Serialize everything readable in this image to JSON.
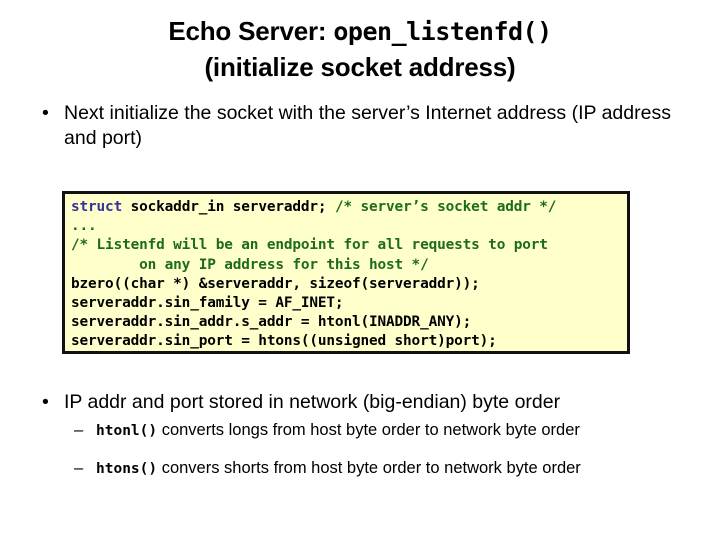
{
  "slide": {
    "title": {
      "line1_prefix": "Echo Server: ",
      "line1_mono": "open_listenfd()",
      "line2": "(initialize socket address)"
    },
    "bullets": [
      {
        "marker": "•",
        "text": "Next initialize the socket with the server’s Internet address (IP address and port)"
      },
      {
        "marker": "•",
        "text": "IP addr and port stored in network (big-endian) byte order"
      }
    ],
    "subbullets": [
      {
        "marker": "–",
        "mono": "htonl()",
        "text": " converts longs from host byte order to network byte order"
      },
      {
        "marker": "–",
        "mono": "htons()",
        "text": " convers shorts from host byte order to network byte order"
      }
    ],
    "code": {
      "lines": [
        [
          {
            "t": "struct",
            "c": "kw"
          },
          {
            "t": " sockaddr_in serveraddr; ",
            "c": "plain"
          },
          {
            "t": "/* server’s socket addr */",
            "c": "comment"
          }
        ],
        [
          {
            "t": "...",
            "c": "comment"
          }
        ],
        [
          {
            "t": "/* Listenfd will be an endpoint for all requests to port",
            "c": "comment"
          }
        ],
        [
          {
            "t": "        on any IP address for this host */",
            "c": "comment"
          }
        ],
        [
          {
            "t": "bzero((char *) &serveraddr, sizeof(serveraddr));",
            "c": "plain"
          }
        ],
        [
          {
            "t": "serveraddr.sin_family = AF_INET;",
            "c": "plain"
          }
        ],
        [
          {
            "t": "serveraddr.sin_addr.s_addr = htonl(INADDR_ANY);",
            "c": "plain"
          }
        ],
        [
          {
            "t": "serveraddr.sin_port = htons((unsigned short)port);",
            "c": "plain"
          }
        ]
      ]
    },
    "colors": {
      "background": "#ffffff",
      "text": "#000000",
      "code_background": "#ffffcc",
      "code_border": "#111111",
      "code_keyword": "#333399",
      "code_comment": "#1d6b1d"
    }
  }
}
